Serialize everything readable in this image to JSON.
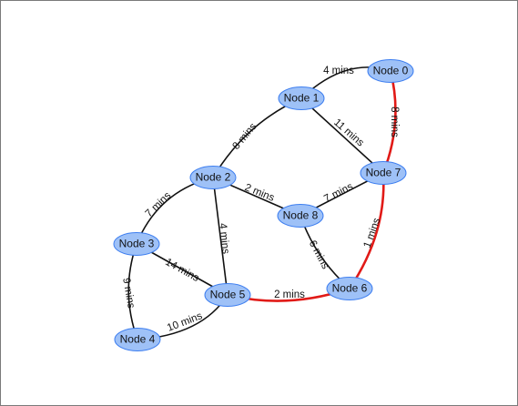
{
  "graph": {
    "colors": {
      "node_fill": "#9ec1f7",
      "node_stroke": "#3d7ef0",
      "edge_default": "#111111",
      "edge_highlight": "#e11a17"
    },
    "nodes": [
      {
        "id": 0,
        "label": "Node 0"
      },
      {
        "id": 1,
        "label": "Node 1"
      },
      {
        "id": 2,
        "label": "Node 2"
      },
      {
        "id": 3,
        "label": "Node 3"
      },
      {
        "id": 4,
        "label": "Node 4"
      },
      {
        "id": 5,
        "label": "Node 5"
      },
      {
        "id": 6,
        "label": "Node 6"
      },
      {
        "id": 7,
        "label": "Node 7"
      },
      {
        "id": 8,
        "label": "Node 8"
      }
    ],
    "edges": [
      {
        "from": 1,
        "to": 0,
        "label": "4 mins",
        "highlighted": false
      },
      {
        "from": 0,
        "to": 7,
        "label": "8 mins",
        "highlighted": true
      },
      {
        "from": 1,
        "to": 7,
        "label": "11 mins",
        "highlighted": false
      },
      {
        "from": 2,
        "to": 1,
        "label": "8 mins",
        "highlighted": false
      },
      {
        "from": 2,
        "to": 8,
        "label": "2 mins",
        "highlighted": false
      },
      {
        "from": 8,
        "to": 7,
        "label": "7 mins",
        "highlighted": false
      },
      {
        "from": 7,
        "to": 6,
        "label": "1 mins",
        "highlighted": true
      },
      {
        "from": 8,
        "to": 6,
        "label": "6 mins",
        "highlighted": false
      },
      {
        "from": 3,
        "to": 2,
        "label": "7 mins",
        "highlighted": false
      },
      {
        "from": 2,
        "to": 5,
        "label": "4 mins",
        "highlighted": false
      },
      {
        "from": 3,
        "to": 5,
        "label": "14 mins",
        "highlighted": false
      },
      {
        "from": 3,
        "to": 4,
        "label": "9 mins",
        "highlighted": false
      },
      {
        "from": 4,
        "to": 5,
        "label": "10 mins",
        "highlighted": false
      },
      {
        "from": 5,
        "to": 6,
        "label": "2 mins",
        "highlighted": true
      }
    ]
  }
}
